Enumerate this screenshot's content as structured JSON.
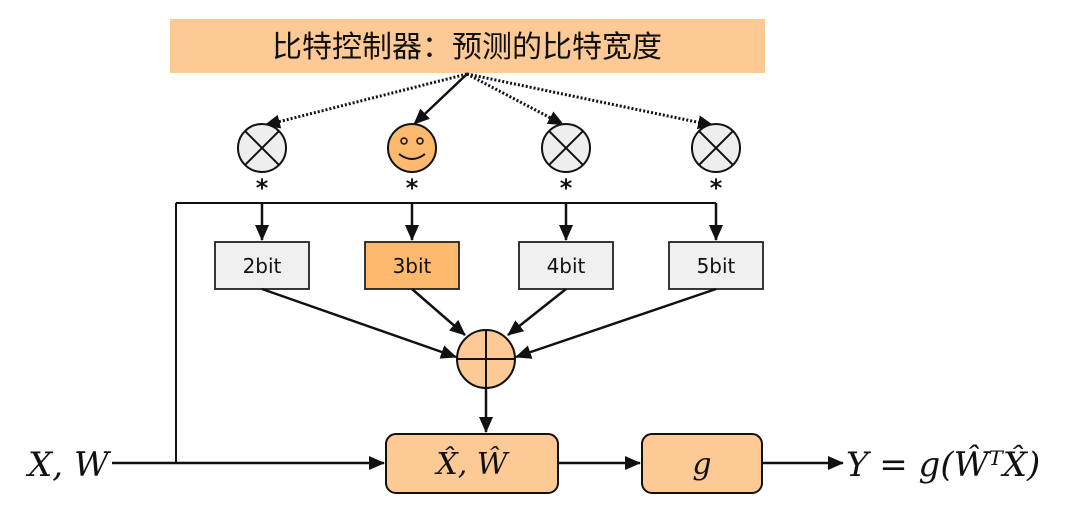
{
  "header": {
    "title": "比特控制器：预测的比特宽度",
    "fill": "#fdc994"
  },
  "selectors": [
    {
      "kind": "cross",
      "label": "*",
      "arrow": "dotted"
    },
    {
      "kind": "smiley",
      "label": "*",
      "arrow": "solid"
    },
    {
      "kind": "cross",
      "label": "*",
      "arrow": "dotted"
    },
    {
      "kind": "cross",
      "label": "*",
      "arrow": "dotted"
    }
  ],
  "bit_boxes": [
    {
      "label": "2bit",
      "selected": false
    },
    {
      "label": "3bit",
      "selected": true
    },
    {
      "label": "4bit",
      "selected": false
    },
    {
      "label": "5bit",
      "selected": false
    }
  ],
  "colors": {
    "selected_fill": "#fdb96e",
    "unselected_fill": "#f0f0f0",
    "node_fill": "#fdc994",
    "cross_fill": "#eeeeee",
    "stroke": "#111111"
  },
  "sum_node": {
    "symbol": "plus"
  },
  "input_label": "X, W",
  "quant_box_label": "X̂, Ŵ",
  "g_box_label": "g",
  "output_label": "Y = g(ŴᵀX̂)"
}
